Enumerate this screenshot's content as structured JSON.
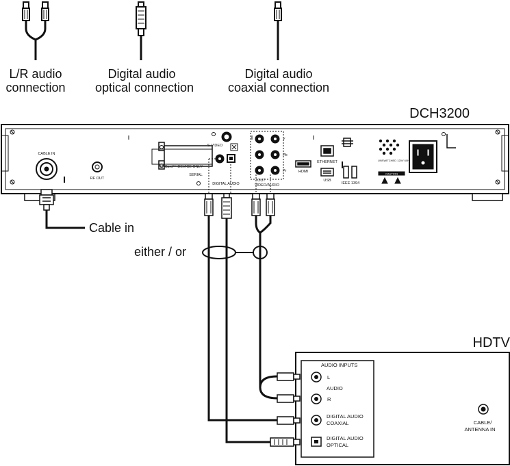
{
  "legend": {
    "lr_line1": "L/R audio",
    "lr_line2": "connection",
    "optical_line1": "Digital audio",
    "optical_line2": "optical connection",
    "coaxial_line1": "Digital audio",
    "coaxial_line2": "coaxial connection"
  },
  "receiver": {
    "model": "DCH3200",
    "cable_in_port": "CABLE IN",
    "rf_out_port": "RF OUT",
    "svideo_port": "S-VIDEO",
    "mcard_slot": "M-Card™ DEVICE ONLY",
    "serial_port": "SERIAL",
    "digital_audio_port": "DIGITAL AUDIO",
    "video_audio_label": "VIDEO/AUDIO",
    "out_label": "OUT",
    "component_y": "Y",
    "component_pb": "Pb",
    "component_pr": "Pr",
    "hdmi_port": "HDMI",
    "ethernet_port": "ETHERNET",
    "usb_port": "USB",
    "ieee_port": "IEEE 1394",
    "power_rating": "UNSWITCHED 120V 60Hz 5A MAX 500W MAX",
    "caution_label": "CAUTION"
  },
  "annotations": {
    "cable_in": "Cable in",
    "either_or": "either / or"
  },
  "tv": {
    "model": "HDTV",
    "audio_inputs_header": "AUDIO INPUTS",
    "port_l": "L",
    "audio_label": "AUDIO",
    "port_r": "R",
    "digital_coaxial_line1": "DIGITAL AUDIO",
    "digital_coaxial_line2": "COAXIAL",
    "digital_optical_line1": "DIGITAL AUDIO",
    "digital_optical_line2": "OPTICAL",
    "antenna_line1": "CABLE/",
    "antenna_line2": "ANTENNA IN"
  }
}
